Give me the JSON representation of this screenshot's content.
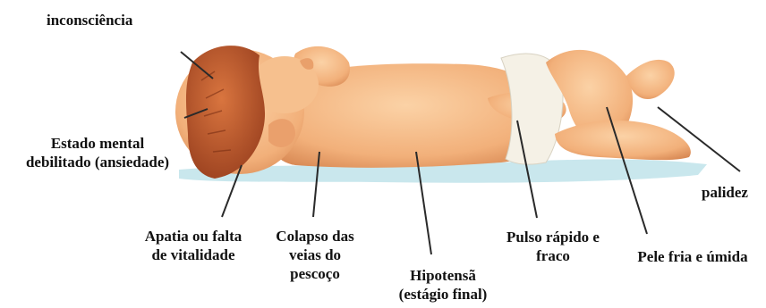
{
  "labels": {
    "unconsciousness": "inconsciência",
    "mental_state": [
      "Estado mental",
      "debilitado (ansiedade)"
    ],
    "apathy": [
      "Apatia ou falta",
      "de vitalidade"
    ],
    "neck_veins": [
      "Colapso das",
      "veias do",
      "pescoço"
    ],
    "hypotension": [
      "Hipotensã",
      "(estágio final)"
    ],
    "pulse": [
      "Pulso rápido e",
      "fraco"
    ],
    "skin": "Pele fria e úmida",
    "pallor": "palidez"
  },
  "colors": {
    "skin": "#f2b07a",
    "skin_shadow": "#d98a55",
    "hair": "#b8542a",
    "blanket": "#bfe3ea",
    "diaper": "#f5f1e6",
    "leader_line": "#2a2a2a"
  }
}
